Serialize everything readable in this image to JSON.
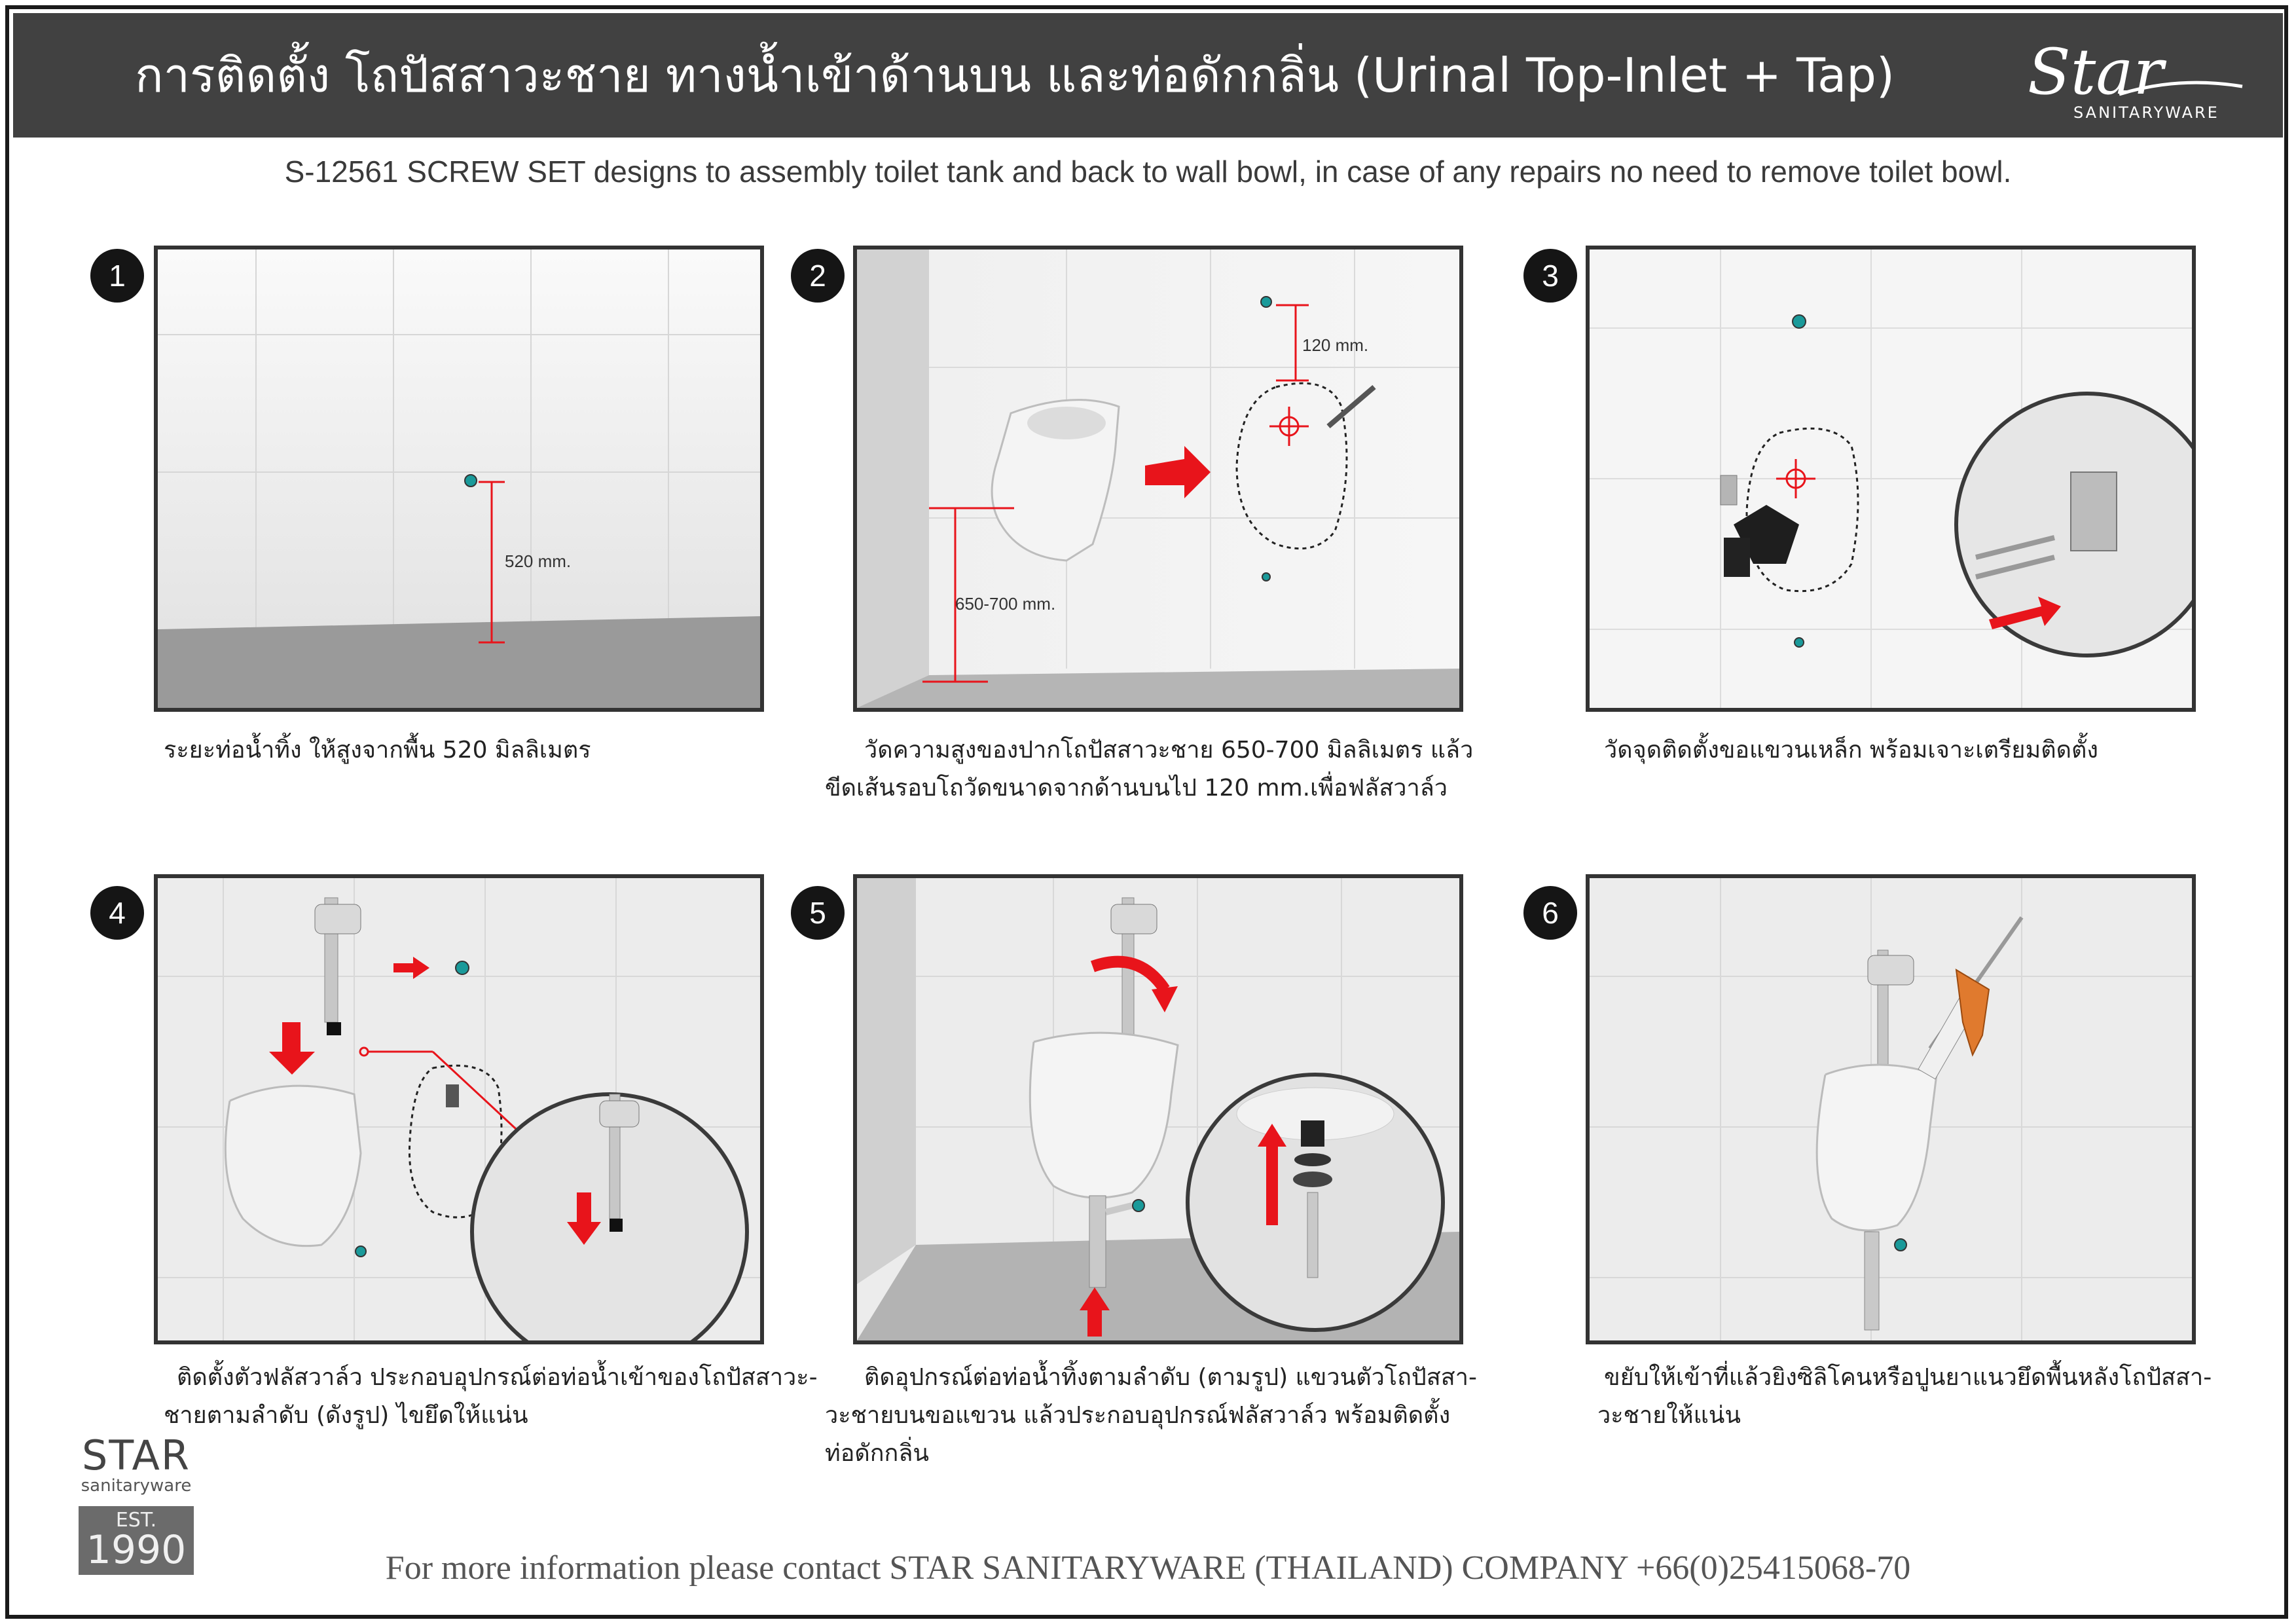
{
  "header": {
    "title": "การติดตั้ง โถปัสสาวะชาย ทางน้ำเข้าด้านบน และท่อดักกลิ่น (Urinal Top-Inlet + Tap)",
    "logo_script": "Star",
    "logo_sub": "SANITARYWARE"
  },
  "subtitle": "S-12561 SCREW SET designs to assembly toilet tank and back to wall bowl, in case of any repairs no need to remove toilet bowl.",
  "steps": [
    {
      "number": "1",
      "caption": [
        "ระยะท่อน้ำทิ้ง ให้สูงจากพื้น 520 มิลลิเมตร"
      ],
      "labels": {
        "dim": "520 mm."
      }
    },
    {
      "number": "2",
      "caption": [
        "วัดความสูงของปากโถปัสสาวะชาย 650-700 มิลลิเมตร แล้ว",
        "ขีดเส้นรอบโถวัดขนาดจากด้านบนไป 120 mm.เพื่อฟลัสวาล์ว"
      ],
      "labels": {
        "dim_top": "120 mm.",
        "dim_height": "650-700 mm."
      }
    },
    {
      "number": "3",
      "caption": [
        "วัดจุดติดตั้งขอแขวนเหล็ก พร้อมเจาะเตรียมติดตั้ง"
      ]
    },
    {
      "number": "4",
      "caption": [
        "ติดตั้งตัวฟลัสวาล์ว ประกอบอุปกรณ์ต่อท่อน้ำเข้าของโถปัสสาวะ-",
        "ชายตามลำดับ (ดังรูป) ไขยึดให้แน่น"
      ]
    },
    {
      "number": "5",
      "caption": [
        "ติดอุปกรณ์ต่อท่อน้ำทิ้งตามลำดับ (ตามรูป) แขวนตัวโถปัสสา-",
        "วะชายบนขอแขวน แล้วประกอบอุปกรณ์ฟลัสวาล์ว พร้อมติดตั้ง",
        "ท่อดักกลิ่น"
      ]
    },
    {
      "number": "6",
      "caption": [
        "ขยับให้เข้าที่แล้วยิงซิลิโคนหรือปูนยาแนวยึดพื้นหลังโถปัสสา-",
        "วะชายให้แน่น"
      ]
    }
  ],
  "badge": {
    "star": "STAR",
    "sub": "sanitaryware",
    "est": "EST.",
    "year": "1990"
  },
  "footer": "For more information please contact STAR SANITARYWARE (THAILAND) COMPANY +66(0)25415068-70",
  "colors": {
    "header_bg": "#414141",
    "accent_red": "#e8141b",
    "teal": "#1a9a9a"
  }
}
